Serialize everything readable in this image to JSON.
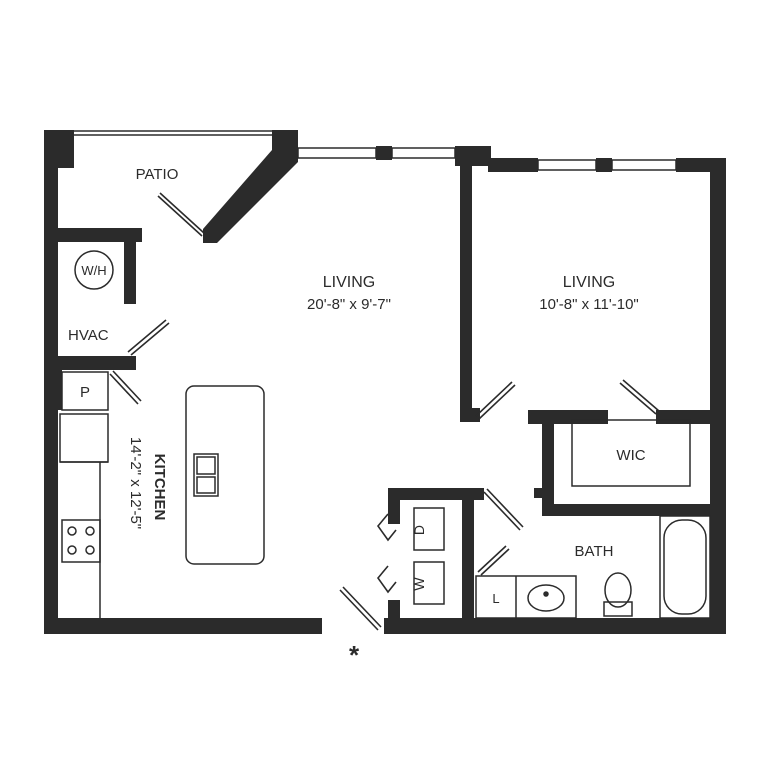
{
  "rooms": {
    "patio": {
      "label": "PATIO"
    },
    "living_main": {
      "label": "LIVING",
      "dimensions": "20'-8\" x 9'-7\""
    },
    "living_right": {
      "label": "LIVING",
      "dimensions": "10'-8\" x 11'-10\""
    },
    "hvac": {
      "label": "HVAC"
    },
    "water_heater": {
      "label": "W/H"
    },
    "pantry": {
      "label": "P"
    },
    "kitchen": {
      "label": "KITCHEN",
      "dimensions": "14'-2\" x 12'-5\""
    },
    "wic": {
      "label": "WIC"
    },
    "bath": {
      "label": "BATH"
    },
    "dryer": {
      "label": "D"
    },
    "washer": {
      "label": "W"
    },
    "linen": {
      "label": "L"
    }
  },
  "entry_marker": "*",
  "colors": {
    "wall": "#2b2b2b",
    "background": "#ffffff"
  }
}
